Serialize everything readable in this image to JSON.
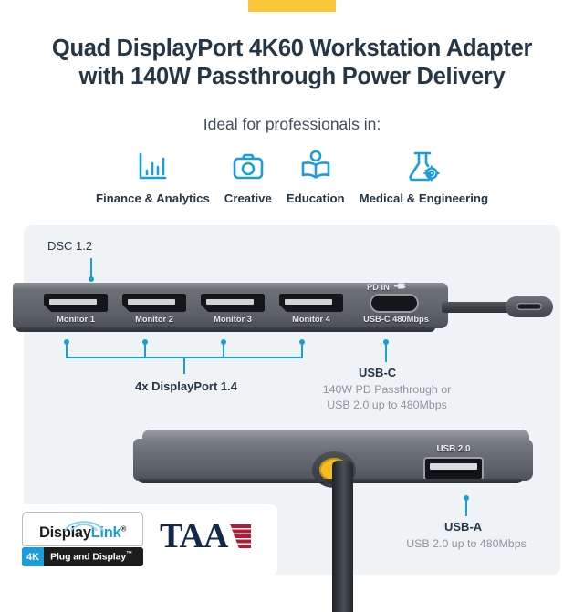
{
  "accent": {
    "bar_color": "#fcc63a"
  },
  "colors": {
    "headline": "#253746",
    "callout_blue": "#1b9dd9",
    "muted_gray": "#8c959c",
    "panel_bg": "#f0f3f6"
  },
  "header": {
    "headline_line1": "Quad DisplayPort 4K60 Workstation Adapter",
    "headline_line2": "with 140W Passthrough Power Delivery",
    "subhead": "Ideal for professionals in:"
  },
  "audiences": [
    {
      "label": "Finance & Analytics",
      "icon": "bar-chart-icon"
    },
    {
      "label": "Creative",
      "icon": "camera-icon"
    },
    {
      "label": "Education",
      "icon": "book-person-icon"
    },
    {
      "label": "Medical & Engineering",
      "icon": "flask-gear-icon"
    }
  ],
  "device_front": {
    "dsc_callout": "DSC 1.2",
    "ports": [
      {
        "label": "Monitor 1"
      },
      {
        "label": "Monitor 2"
      },
      {
        "label": "Monitor 3"
      },
      {
        "label": "Monitor 4"
      }
    ],
    "pd_in_label": "PD IN",
    "pd_in_icon": "power-plug-icon",
    "usbc_port_label": "USB-C 480Mbps"
  },
  "callouts": {
    "displayport": {
      "title": "4x DisplayPort 1.4"
    },
    "usbc": {
      "title": "USB-C",
      "sub_line1": "140W PD Passthrough or",
      "sub_line2": "USB 2.0 up to 480Mbps"
    },
    "usba": {
      "title": "USB-A",
      "sub_line1": "USB 2.0 up to 480Mbps"
    }
  },
  "device_back": {
    "usb_port_label": "USB 2.0"
  },
  "logos": {
    "displaylink": {
      "word_display": "Display",
      "word_link": "Link",
      "registered": "®",
      "badge_4k": "4K",
      "badge_text": "Plug and Display",
      "trademark": "™"
    },
    "taa": {
      "text": "TAA"
    }
  }
}
